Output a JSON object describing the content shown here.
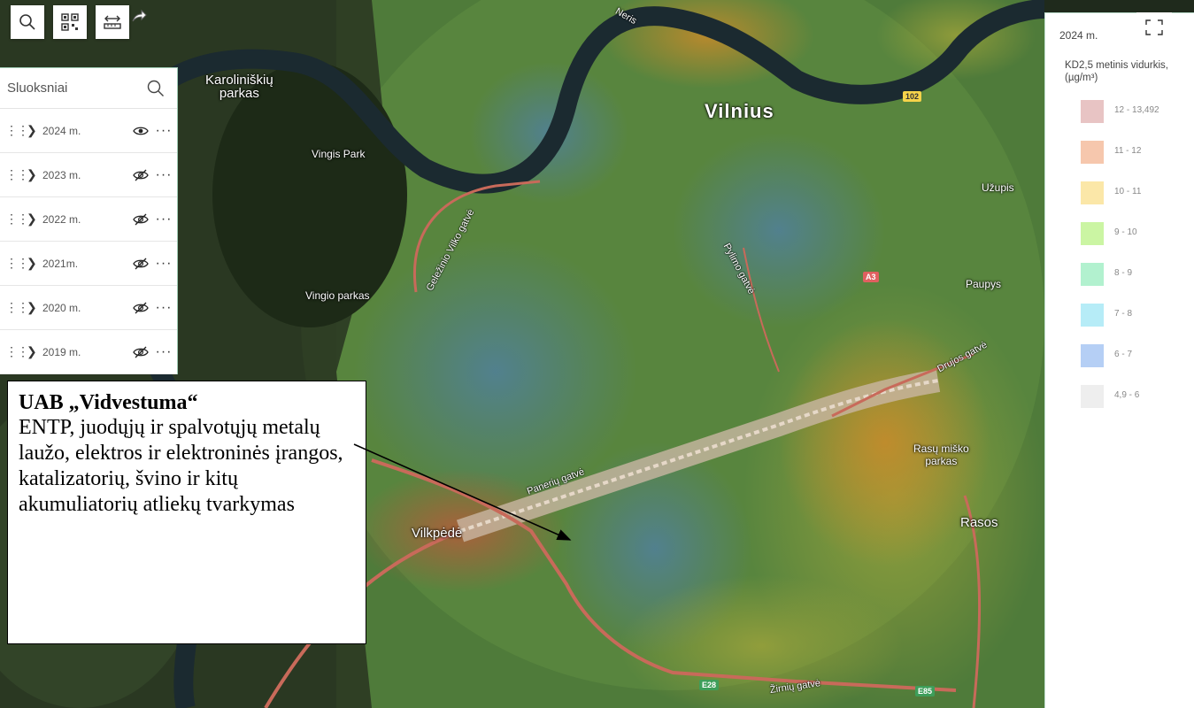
{
  "toolbar": {
    "search_icon": "search-icon",
    "qr_icon": "qr-icon",
    "measure_icon": "measure-icon"
  },
  "layers": {
    "title": "Sluoksniai",
    "items": [
      {
        "label": "2024 m.",
        "visible": true
      },
      {
        "label": "2023 m.",
        "visible": false
      },
      {
        "label": "2022 m.",
        "visible": false
      },
      {
        "label": "2021m.",
        "visible": false
      },
      {
        "label": "2020 m.",
        "visible": false
      },
      {
        "label": "2019 m.",
        "visible": false
      }
    ]
  },
  "legend": {
    "title": "2024 m.",
    "subtitle": "KD2,5 metinis vidurkis, (µg/m³)",
    "items": [
      {
        "label": "12 - 13,492",
        "color": "#e8c4c4"
      },
      {
        "label": "11 - 12",
        "color": "#f6c7ad"
      },
      {
        "label": "10 - 11",
        "color": "#fbe7a8"
      },
      {
        "label": "9 - 10",
        "color": "#cbf5a3"
      },
      {
        "label": "8 - 9",
        "color": "#b2f1cf"
      },
      {
        "label": "7 - 8",
        "color": "#b6ecf7"
      },
      {
        "label": "6 - 7",
        "color": "#b5cff5"
      },
      {
        "label": "4,9 - 6",
        "color": "#eeeeee"
      }
    ]
  },
  "map": {
    "places": {
      "vilnius": "Vilnius",
      "karoliniskiu": "Karoliniškių\nparkas",
      "vingis_park": "Vingis Park",
      "vingio_parkas": "Vingio parkas",
      "uzupis": "Užupis",
      "paupys": "Paupys",
      "rasu": "Rasų miško\nparkas",
      "rasos": "Rasos",
      "vilkpede": "Vilkpėdė",
      "neris": "Neris"
    },
    "roads": {
      "gelezinio": "Geležinio Vilko gatvė",
      "pylimo": "Pylimo gatvė",
      "drujos": "Drujos gatvė",
      "paneriu": "Panerių gatvė",
      "zirniu": "Žirnių gatvė"
    },
    "shields": {
      "r102": "102",
      "a3": "A3",
      "e28": "E28",
      "e85": "E85"
    }
  },
  "annotation": {
    "title": "UAB „Vidvestuma“",
    "body": "ENTP, juodųjų ir spalvotųjų metalų laužo, elektros ir elektroninės įrangos, katalizatorių, švino ir kitų akumuliatorių atliekų tvarkymas"
  }
}
